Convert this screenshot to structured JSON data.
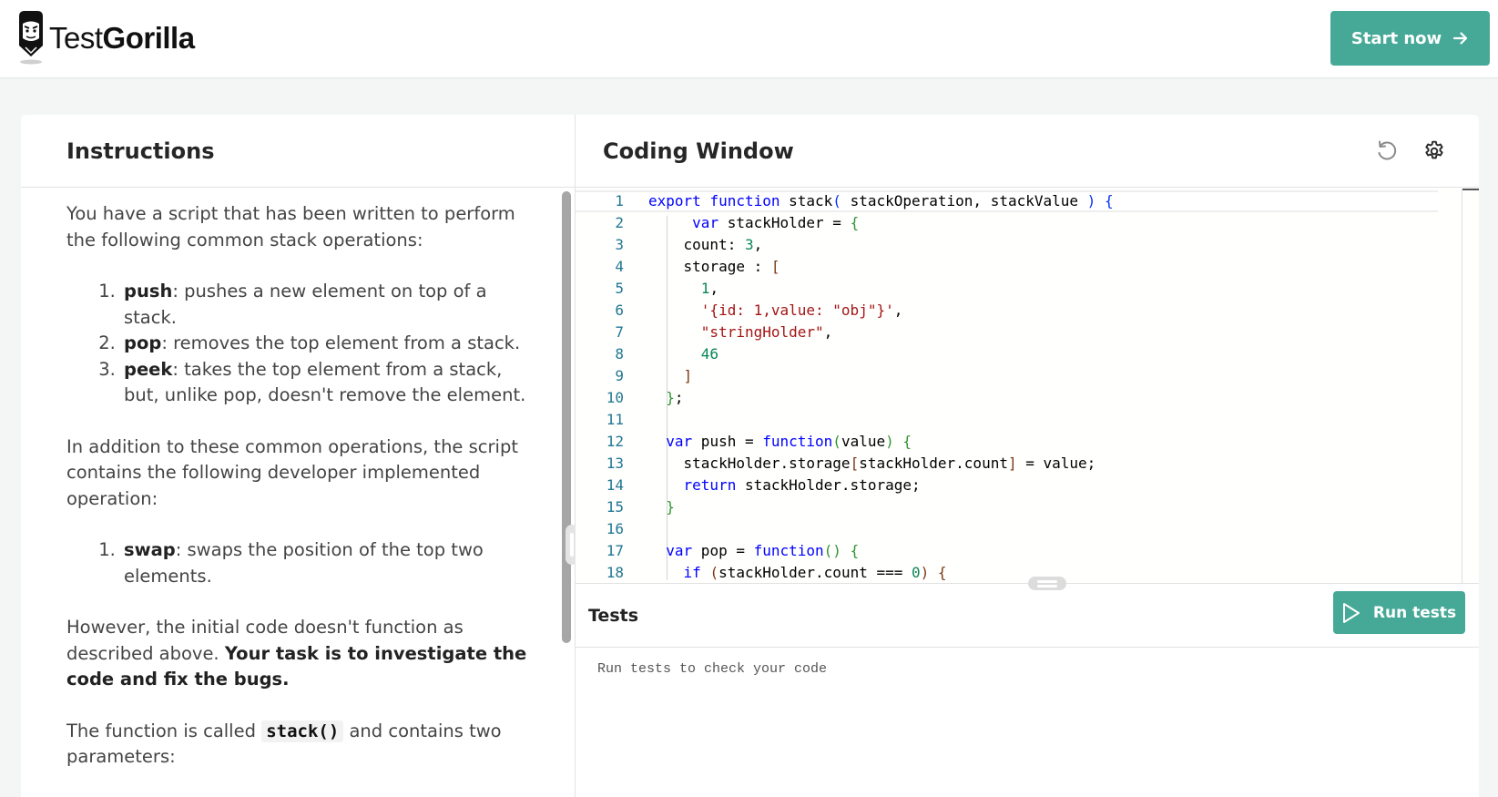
{
  "header": {
    "logo": {
      "prefix": "Test",
      "bold": "Gorilla"
    },
    "start_button": {
      "label": "Start now",
      "icon": "arrow-right-icon"
    }
  },
  "instructions": {
    "title": "Instructions",
    "intro": "You have a script that has been written to perform the following common stack operations:",
    "operations": [
      {
        "name": "push",
        "desc": ": pushes a new element on top of a stack."
      },
      {
        "name": "pop",
        "desc": ": removes the top element from a stack."
      },
      {
        "name": "peek",
        "desc": ": takes the top element from a stack, but, unlike pop, doesn't remove the element."
      }
    ],
    "addition": "In addition to these common operations, the script contains the following developer implemented operation:",
    "custom_operations": [
      {
        "name": "swap",
        "desc": ": swaps the position of the top two elements."
      }
    ],
    "task_prefix": "However, the initial code doesn't function as described above. ",
    "task_bold": "Your task is to investigate the code and fix the bugs.",
    "fn_prefix": "The function is called ",
    "fn_code": "stack()",
    "fn_suffix": " and contains two parameters:"
  },
  "coding_window": {
    "title": "Coding Window",
    "icons": [
      "reset-icon",
      "settings-gear-icon"
    ],
    "lines": [
      {
        "n": "1",
        "text": "export function stack( stackOperation, stackValue ) {"
      },
      {
        "n": "2",
        "text": "     var stackHolder = {"
      },
      {
        "n": "3",
        "text": "    count: 3,"
      },
      {
        "n": "4",
        "text": "    storage : ["
      },
      {
        "n": "5",
        "text": "      1,"
      },
      {
        "n": "6",
        "text": "      '{id: 1,value: \"obj\"}',"
      },
      {
        "n": "7",
        "text": "      \"stringHolder\","
      },
      {
        "n": "8",
        "text": "      46"
      },
      {
        "n": "9",
        "text": "    ]"
      },
      {
        "n": "10",
        "text": "  };"
      },
      {
        "n": "11",
        "text": ""
      },
      {
        "n": "12",
        "text": "  var push = function(value) {"
      },
      {
        "n": "13",
        "text": "    stackHolder.storage[stackHolder.count] = value;"
      },
      {
        "n": "14",
        "text": "    return stackHolder.storage;"
      },
      {
        "n": "15",
        "text": "  }"
      },
      {
        "n": "16",
        "text": ""
      },
      {
        "n": "17",
        "text": "  var pop = function() {"
      },
      {
        "n": "18",
        "text": "    if (stackHolder.count === 0) {"
      }
    ]
  },
  "tests": {
    "title": "Tests",
    "run_button": {
      "label": "Run tests",
      "icon": "play-icon"
    },
    "output": "Run tests to check your code"
  },
  "colors": {
    "accent": "#46a997",
    "background": "#f4f5f5",
    "keyword": "#0000ff",
    "number": "#098658",
    "string": "#a31515",
    "line_number": "#237893"
  }
}
